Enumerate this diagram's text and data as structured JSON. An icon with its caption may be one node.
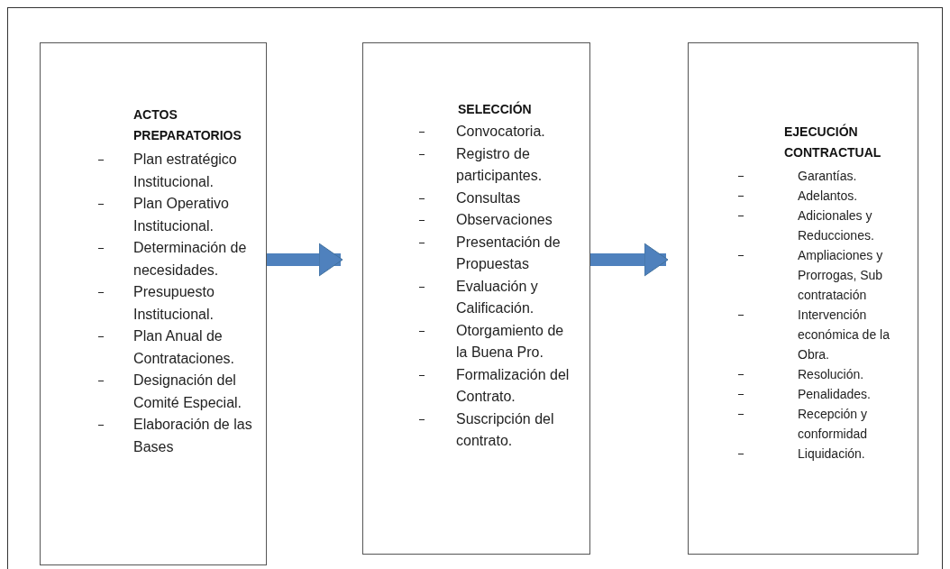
{
  "diagram": {
    "nodes": [
      {
        "text": [
          "ACTOS PREPARATORIOS",
          "Plan estratégico Institucional.",
          "Plan Operativo Institucional.",
          "Determinación de necesidades.",
          "Presupuesto Institucional.",
          "Plan Anual de Contrataciones.",
          "Designación del Comité Especial.",
          "Elaboración de las Bases"
        ]
      },
      {
        "text": [
          "SELECCIÓN",
          "Convocatoria.",
          "Registro de participantes.",
          "Consultas",
          "Observaciones",
          "Presentación de Propuestas",
          "Evaluación y Calificación.",
          "Otorgamiento de la Buena Pro.",
          "Formalización del Contrato.",
          "Suscripción del contrato."
        ]
      },
      {
        "text": [
          "EJECUCIÓN CONTRACTUAL",
          "Garantías.",
          "Adelantos.",
          "Adicionales y Reducciones.",
          "Ampliaciones y Prorrogas, Sub contratación",
          "Intervención económica de la Obra.",
          "Resolución.",
          "Penalidades.",
          "Recepción y conformidad",
          "Liquidación."
        ]
      }
    ],
    "edges": [
      {
        "from": 0,
        "to": 1,
        "arrow": "to"
      },
      {
        "from": 1,
        "to": 2,
        "arrow": "to"
      }
    ]
  }
}
